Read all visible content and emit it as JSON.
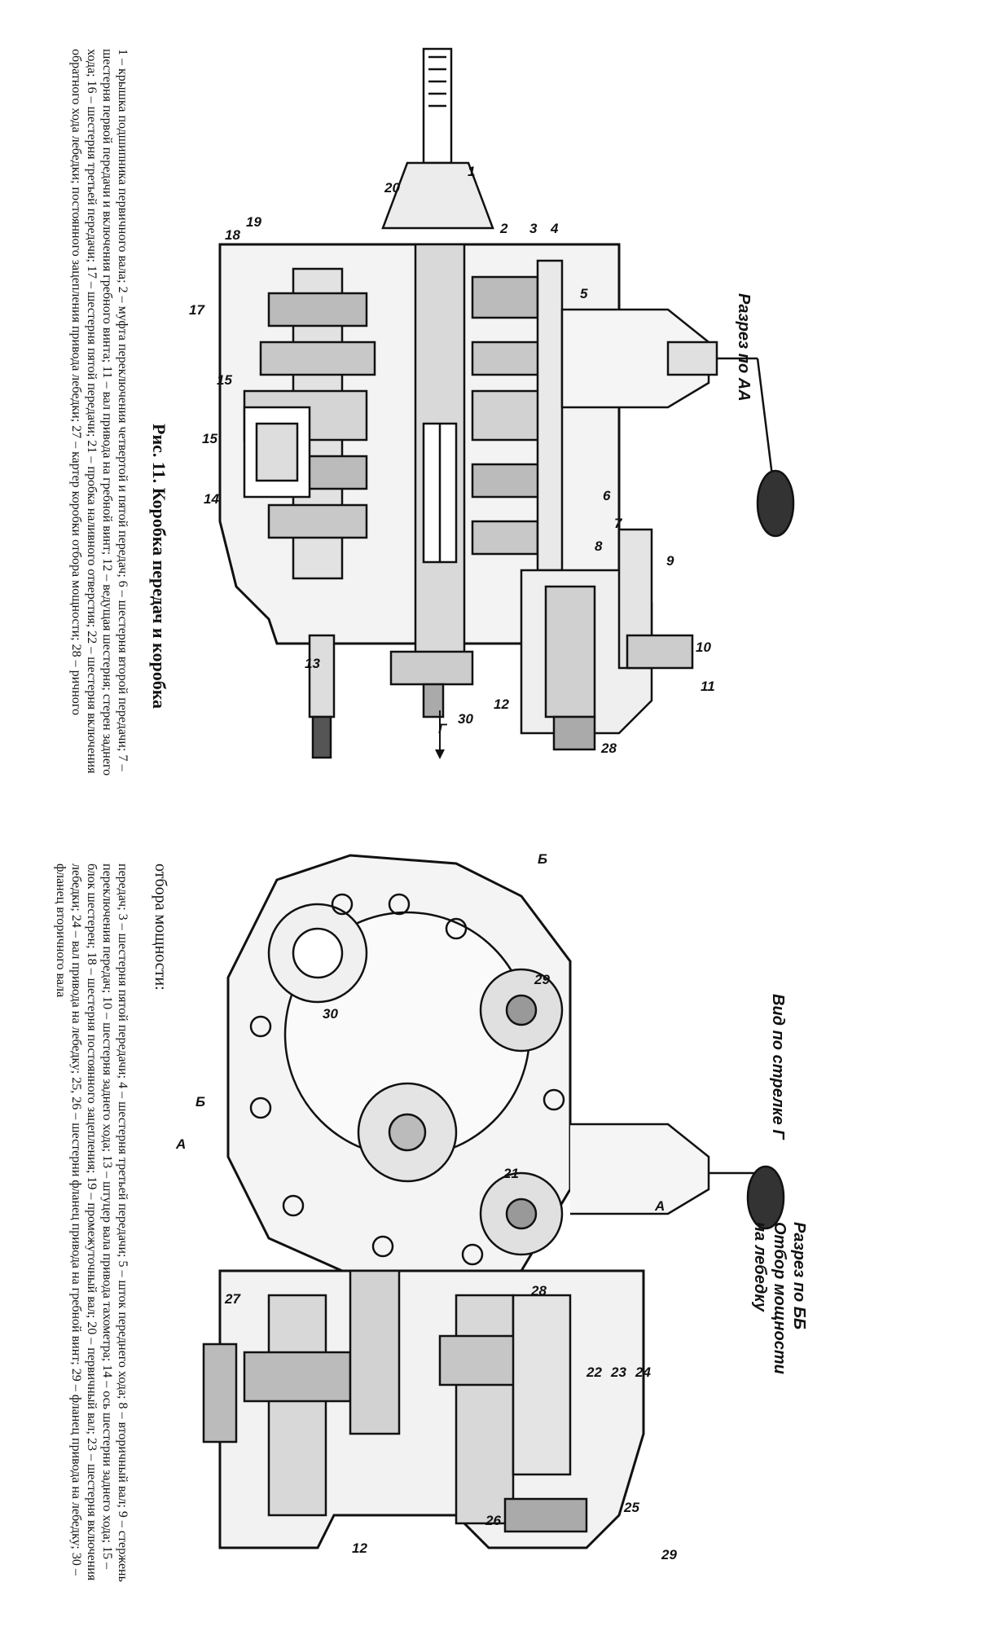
{
  "figure": {
    "title": "Рис. 11. Коробка передач и коробка",
    "title_cont": "отбора мощности:",
    "legend_part1": "1 – крышка подшипника первичного вала; 2 – муфта переключения четвертой и пятой передач; 6 – шестерня второй передачи; 7 – шестерня первой передачи и включения гребного винта; 11 – вал привода на гребной винт; 12 – ведущая шестерня; стерен заднего хода; 16 – шестерня третьей передачи; 17 – шестерня пятой передачи; 21 – пробка наливного отверстия; 22 – шестерня включения обратного хода лебедки; постоянного зацепления привода лебедки; 27 – картер коробки отбора мощности; 28 – ричного",
    "legend_part2": "передач; 3 – шестерня пятой передачи; 4 – шестерня третьей передачи; 5 – шток переднего хода; 8 – вторичный вал; 9 – стержень переключения передач; 10 – шестерня заднего хода; 13 – штуцер вала привода тахометра; 14 – ось шестерни заднего хода; 15 – блок шестерен; 18 – шестерня постоянного зацепления; 19 – промежуточный вал; 20 – первичный вал; 23 – шестерня включения лебедки; 24 – вал привода на лебедку; 25, 26 – шестерни фланец привода на гребной винт; 29 – фланец привода на лебедку; 30 – фланец вторичного вала"
  },
  "sections": {
    "section_aa": "Разрез по АА",
    "view_g": "Вид по стрелке Г",
    "section_bb": "Разрез по ББ",
    "section_bb_sub1": "Отбор мощности",
    "section_bb_sub2": "на лебедку"
  },
  "callouts": {
    "top": [
      "1",
      "2",
      "3",
      "4",
      "5",
      "6",
      "7",
      "8",
      "9",
      "10",
      "11",
      "12",
      "13",
      "14",
      "15",
      "15",
      "17",
      "18",
      "19",
      "20",
      "28",
      "30"
    ],
    "bottom": [
      "21",
      "22",
      "23",
      "24",
      "25",
      "26",
      "27",
      "28",
      "29",
      "29",
      "30",
      "12"
    ],
    "letters": {
      "a": "А",
      "b": "Б",
      "g": "Г"
    }
  }
}
